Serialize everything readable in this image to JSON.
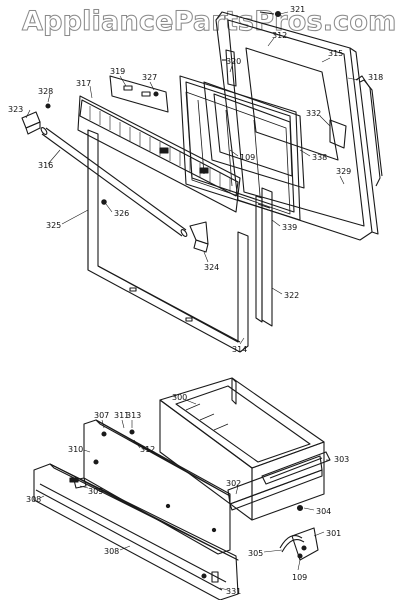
{
  "watermark": "AppliancePartsPros.com",
  "labels": {
    "p321": "321",
    "p312a": "312",
    "p315": "315",
    "p318": "318",
    "p319": "319",
    "p327": "327",
    "p320": "320",
    "p317": "317",
    "p323": "323",
    "p328": "328",
    "p332": "332",
    "p109a": "109",
    "p338": "338",
    "p329": "329",
    "p316": "316",
    "p325": "325",
    "p326": "326",
    "p339": "339",
    "p324": "324",
    "p322": "322",
    "p314": "314",
    "p300": "300",
    "p307": "307",
    "p311": "311",
    "p313": "313",
    "p312b": "312",
    "p310": "310",
    "p303": "303",
    "p309": "309",
    "p302": "302",
    "p308a": "308",
    "p304": "304",
    "p301": "301",
    "p305": "305",
    "p308b": "308",
    "p109b": "109",
    "p331": "331"
  }
}
